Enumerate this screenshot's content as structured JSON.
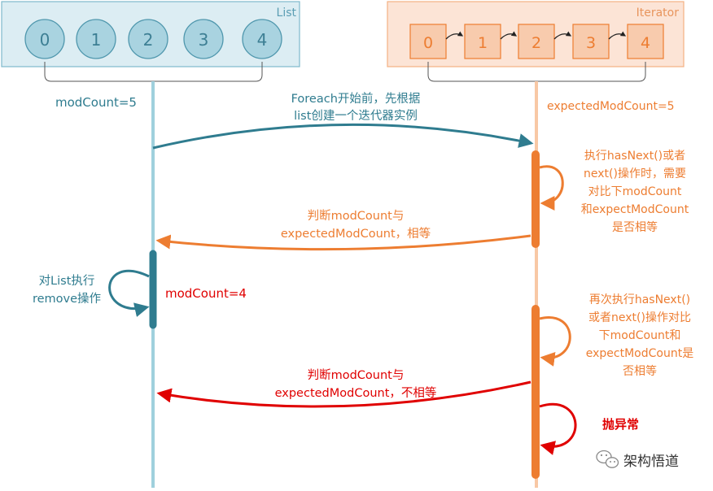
{
  "list_panel": {
    "title": "List",
    "items": [
      "0",
      "1",
      "2",
      "3",
      "4"
    ]
  },
  "iterator_panel": {
    "title": "Iterator",
    "items": [
      "0",
      "1",
      "2",
      "3",
      "4"
    ]
  },
  "left_lifeline": {
    "mod_count_initial": "modCount=5",
    "mod_count_after": "modCount=4",
    "remove_label": [
      "对List执行",
      "remove操作"
    ]
  },
  "right_lifeline": {
    "expected_mod_count": "expectedModCount=5",
    "check_note": [
      "执行hasNext()或者",
      "next()操作时，需要",
      "对比下modCount",
      "和expectModCount",
      "是否相等"
    ],
    "recheck_note": [
      "再次执行hasNext()",
      "或者next()操作对比",
      "下modCount和",
      "expectModCount是",
      "否相等"
    ],
    "throw_label": "抛异常"
  },
  "messages": {
    "create_iterator": [
      "Foreach开始前，先根据",
      "list创建一个迭代器实例"
    ],
    "equal_result": [
      "判断modCount与",
      "expectedModCount，相等"
    ],
    "not_equal_result": [
      "判断modCount与",
      "expectedModCount，不相等"
    ]
  },
  "watermark": "架构悟道",
  "colors": {
    "list_fill": "#dcedf3",
    "list_border": "#7fb9cc",
    "iterator_fill": "#fce4d6",
    "iterator_border": "#f4b183",
    "teal": "#2f7c8f",
    "orange": "#ed7d31",
    "red": "#e00000",
    "light_blue_line": "#9fd0dd",
    "light_orange_line": "#f8c8a5"
  }
}
